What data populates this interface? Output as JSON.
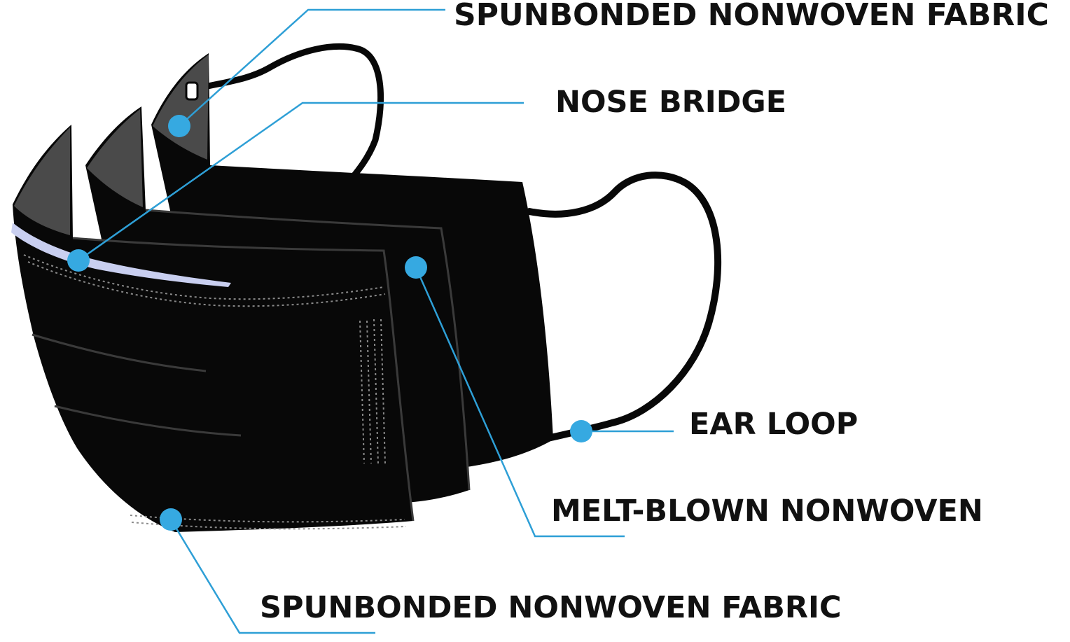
{
  "diagram": {
    "colors": {
      "mask": "#080808",
      "layer_edge": "#3a3a3a",
      "layer_inner": "#4a4a4a",
      "nose_strip": "#c9cff0",
      "callout": "#2e9fd6",
      "dot": "#36a9e1",
      "label_text": "#111111",
      "stitch": "#8a8a8a"
    },
    "callouts": [
      {
        "id": "outer-layer",
        "label": "SPUNBONDED NONWOVEN FABRIC",
        "icon": "pointer-dot-icon"
      },
      {
        "id": "nose-bridge",
        "label": "NOSE BRIDGE",
        "icon": "pointer-dot-icon"
      },
      {
        "id": "ear-loop",
        "label": "EAR LOOP",
        "icon": "pointer-dot-icon"
      },
      {
        "id": "melt-blown",
        "label": "MELT-BLOWN NONWOVEN",
        "icon": "pointer-dot-icon"
      },
      {
        "id": "inner-layer",
        "label": "SPUNBONDED NONWOVEN FABRIC",
        "icon": "pointer-dot-icon"
      }
    ]
  }
}
